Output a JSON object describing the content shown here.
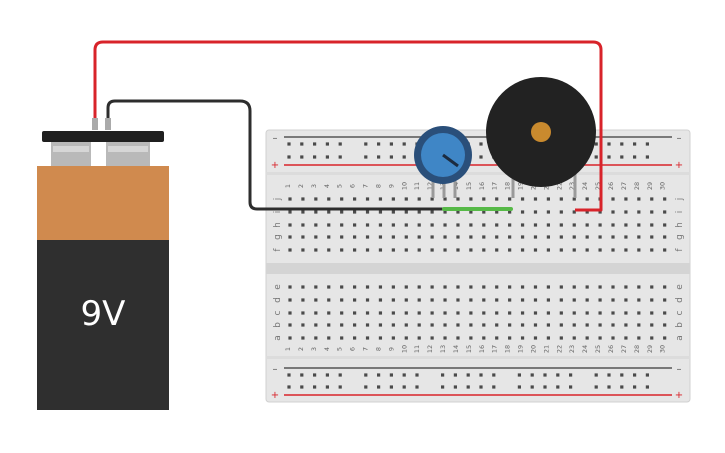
{
  "battery": {
    "label": "9V",
    "colors": {
      "top": "#d08a4e",
      "body": "#2f2f2f",
      "terminal_cap": "#1f1f1f"
    }
  },
  "breadboard": {
    "columns": 30,
    "rows_top": [
      "j",
      "i",
      "h",
      "g",
      "f"
    ],
    "rows_bottom": [
      "e",
      "d",
      "c",
      "b",
      "a"
    ],
    "rail_plus": "+",
    "rail_minus": "–",
    "colors": {
      "board": "#e6e6e6",
      "hole": "#4a4a4a",
      "rail_red": "#d8232a",
      "rail_dark": "#555555"
    }
  },
  "wires": {
    "positive_color": "#d8232a",
    "negative_color": "#2d2d2d",
    "jumper_color": "#56b947"
  },
  "potentiometer": {
    "icon": "potentiometer-icon",
    "color": "#3f86c6"
  },
  "buzzer": {
    "icon": "piezo-buzzer-icon",
    "body_color": "#222222",
    "center_color": "#c98a2e"
  }
}
